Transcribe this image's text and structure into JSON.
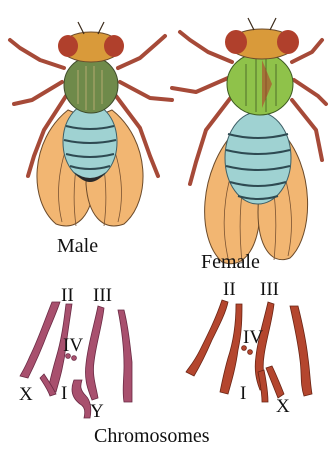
{
  "labels": {
    "male": "Male",
    "female": "Female",
    "chromosomes": "Chromosomes"
  },
  "male_chromosomes": {
    "II": "II",
    "III": "III",
    "IV": "IV",
    "X": "X",
    "I": "I",
    "Y": "Y"
  },
  "female_chromosomes": {
    "II": "II",
    "III": "III",
    "IV": "IV",
    "I": "I",
    "X": "X"
  },
  "colors": {
    "male_chromosome": "#a8506e",
    "female_chromosome": "#b4462e",
    "thorax_male": "#6f8a4a",
    "thorax_female": "#8fc24a",
    "abdomen": "#9fd2d2",
    "wing": "#f2b672",
    "leg": "#a64a38",
    "head": "#d99a3a"
  }
}
